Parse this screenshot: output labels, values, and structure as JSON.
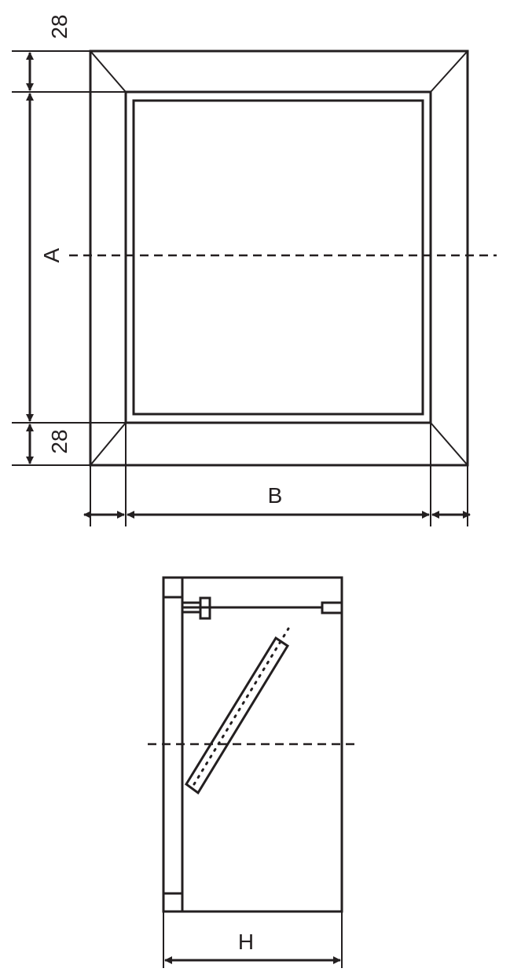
{
  "front_view": {
    "top_margin_label": "28",
    "bottom_margin_label": "28",
    "height_label": "A",
    "width_label": "B"
  },
  "side_view": {
    "depth_label": "H"
  },
  "colors": {
    "line": "#231f20",
    "background": "#ffffff"
  }
}
